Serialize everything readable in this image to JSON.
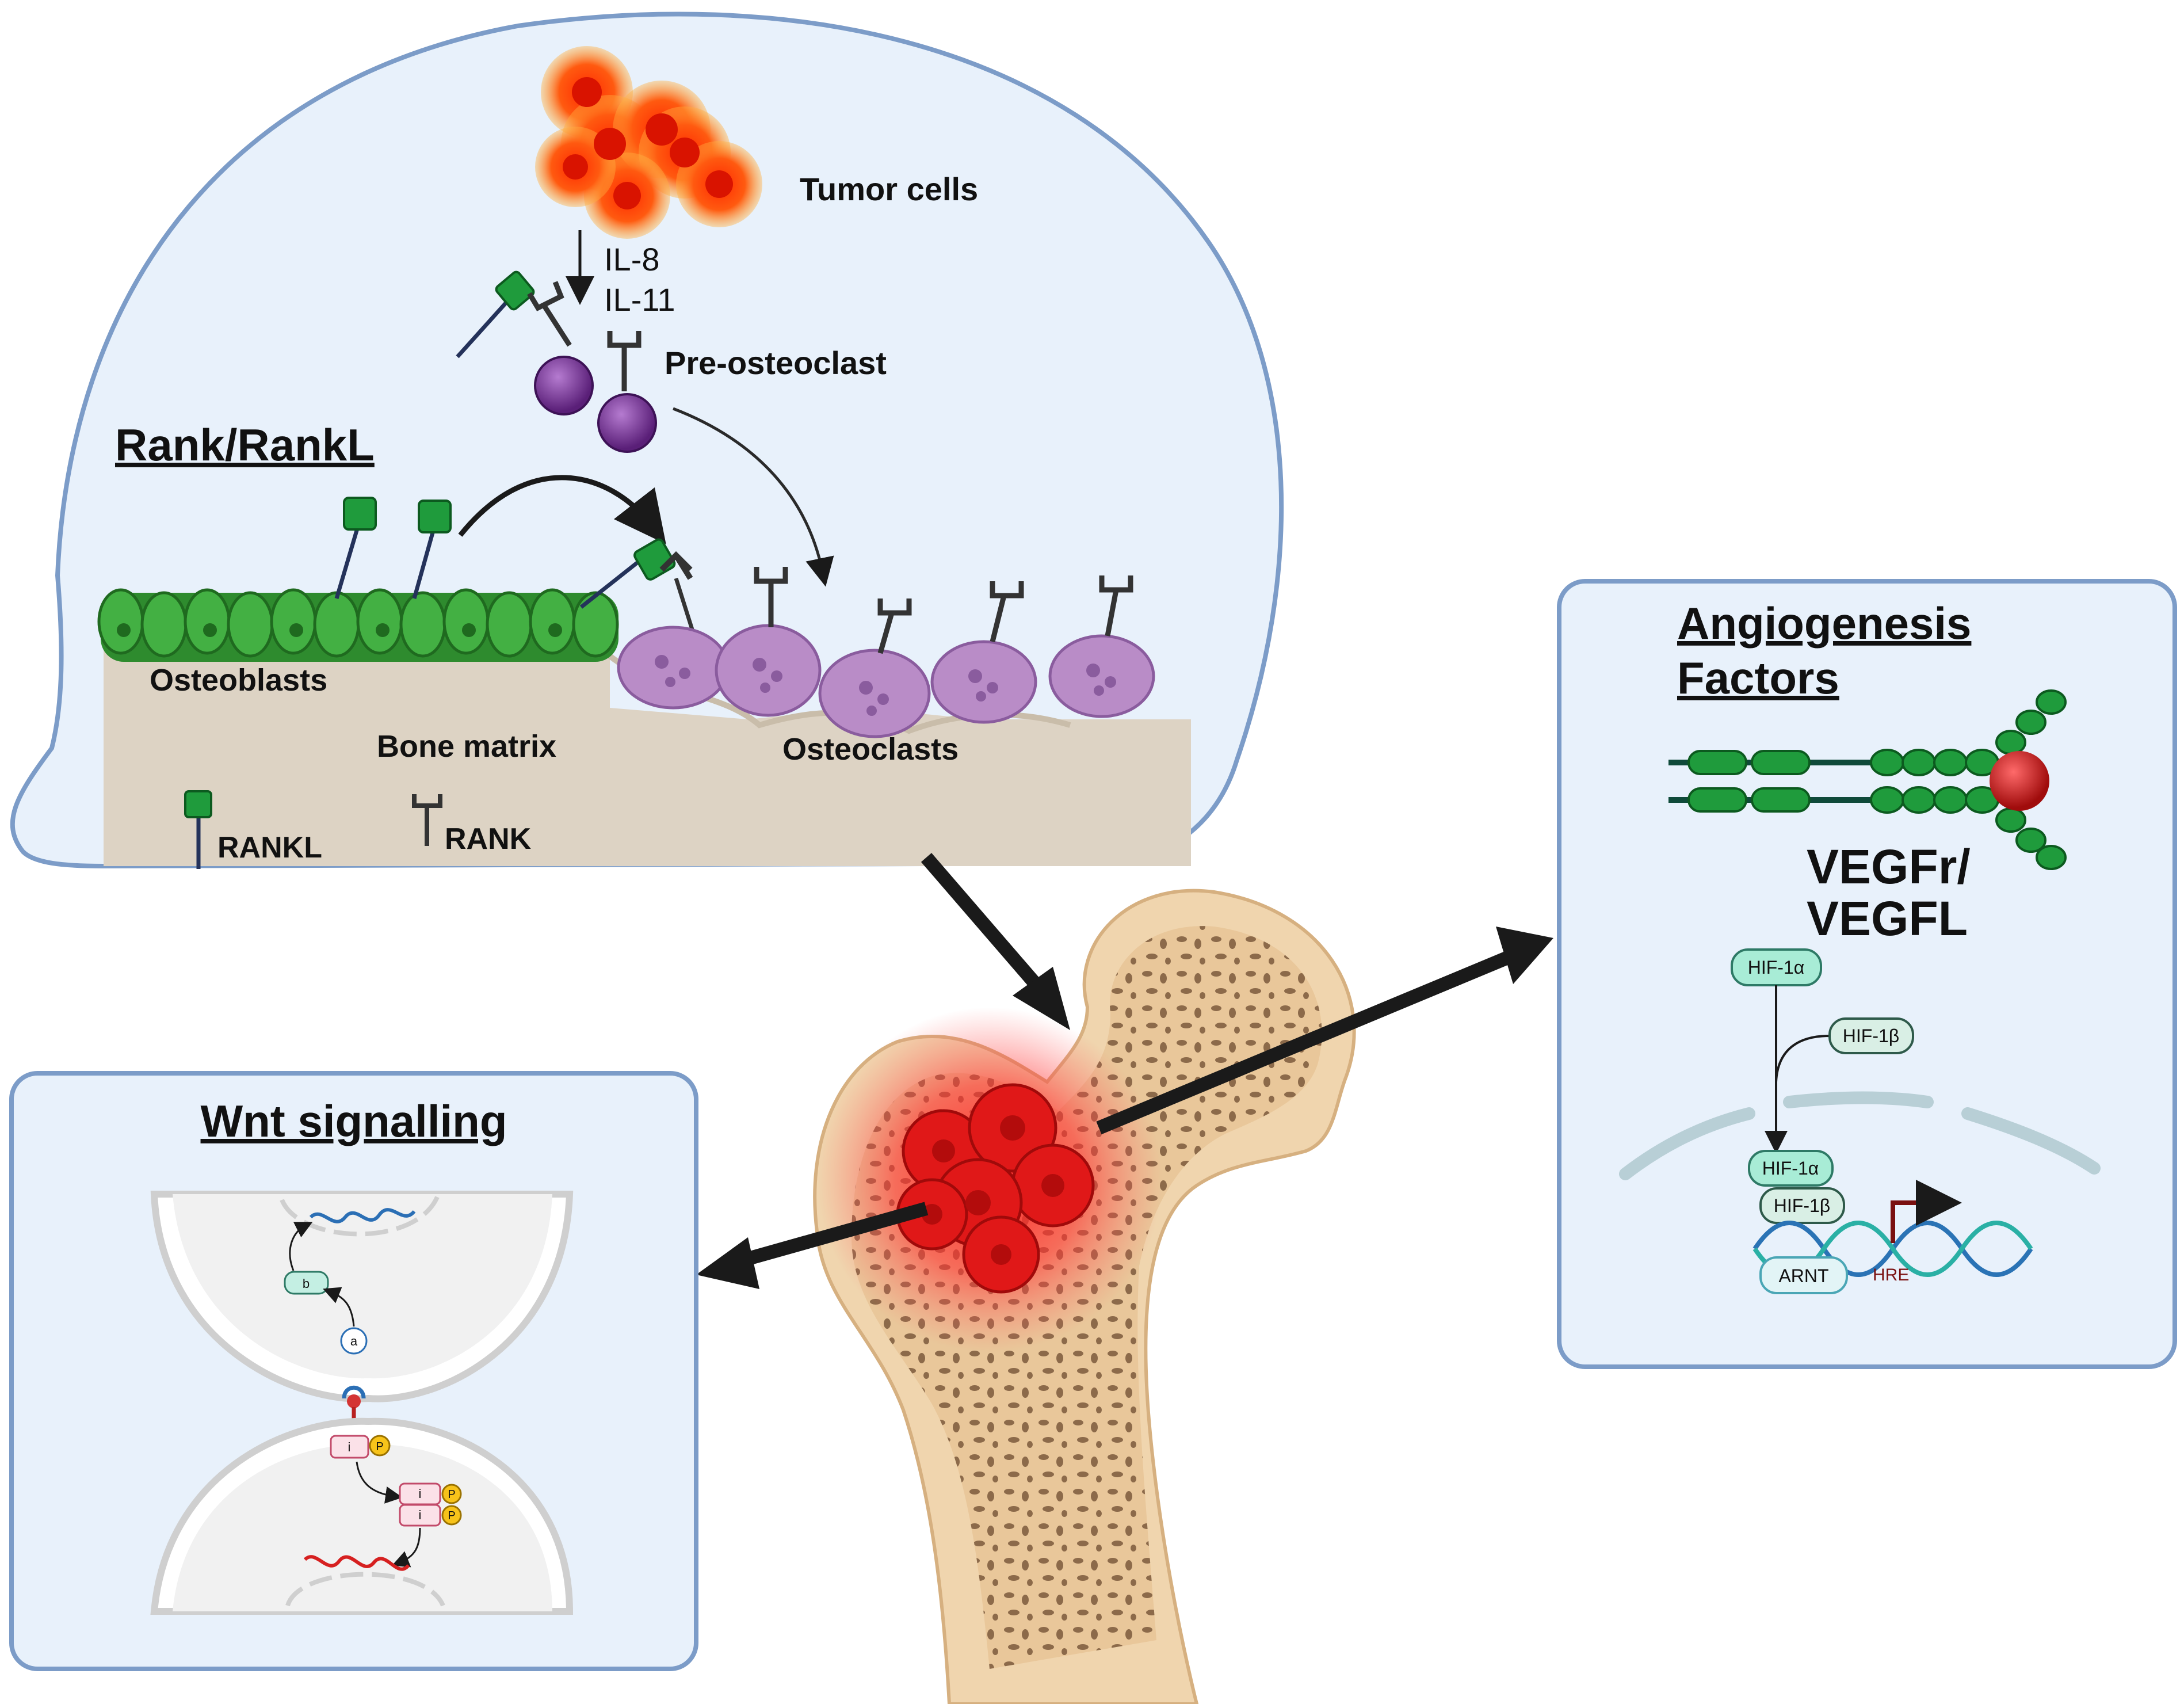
{
  "colors": {
    "panel_fill": "#e8f1fb",
    "panel_stroke": "#7c9cc8",
    "osteoblast_green": "#2e8b2e",
    "osteoclast_purple": "#b98cc7",
    "tumor_red": "#ff3b1a",
    "bone_tan": "#e9c79a",
    "matrix_beige": "#ddd3c4",
    "arrow_black": "#1a1a1a"
  },
  "top_panel": {
    "tumor_label": "Tumor cells",
    "il8": "IL-8",
    "il11": "IL-11",
    "preosteoclast_label": "Pre-osteoclast",
    "title": "Rank/RankL",
    "osteoblasts_label": "Osteoblasts",
    "bone_matrix_label": "Bone matrix",
    "osteoclasts_label": "Osteoclasts",
    "rankl_legend": "RANKL",
    "rank_legend": "RANK"
  },
  "angio_panel": {
    "title_line1": "Angiogenesis",
    "title_line2": "Factors",
    "vegf_line1": "VEGFr/",
    "vegf_line2": "VEGFL",
    "hif1a": "HIF-1α",
    "hif1b": "HIF-1β",
    "hif1a_nuc": "HIF-1α",
    "hif1b_nuc": "HIF-1β",
    "arnt": "ARNT",
    "hre": "HRE"
  },
  "wnt_panel": {
    "title": "Wnt signalling",
    "node_b": "b",
    "node_a": "a",
    "node_i1": "i",
    "node_i2": "i",
    "node_i3": "i",
    "p1": "P",
    "p2": "P",
    "p3": "P"
  }
}
